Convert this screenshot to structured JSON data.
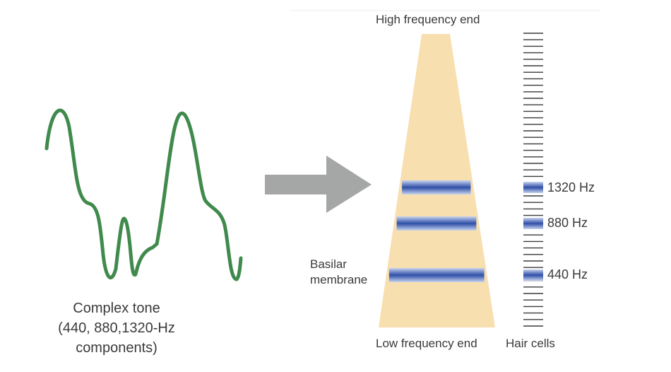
{
  "colors": {
    "wave": "#3f8a4c",
    "arrow": "#a5a7a6",
    "membrane": "#f8dfb0",
    "band": "#2f4fa8",
    "band_edge": "#c8d4ee",
    "hair_cell": "#3a3a3a",
    "active_hair_cell": "#2f4fa8",
    "text": "#3a3a3a"
  },
  "complex_tone": {
    "caption_lines": [
      "Complex tone",
      "(440, 880,1320-Hz",
      "components)"
    ]
  },
  "basilar": {
    "label_lines": [
      "Basilar",
      "membrane"
    ],
    "high_end_label": "High frequency end",
    "low_end_label": "Low frequency end"
  },
  "hair_cells": {
    "label": "Hair cells"
  },
  "frequency_bands": [
    {
      "label": "1320 Hz"
    },
    {
      "label": "880 Hz"
    },
    {
      "label": "440 Hz"
    }
  ]
}
